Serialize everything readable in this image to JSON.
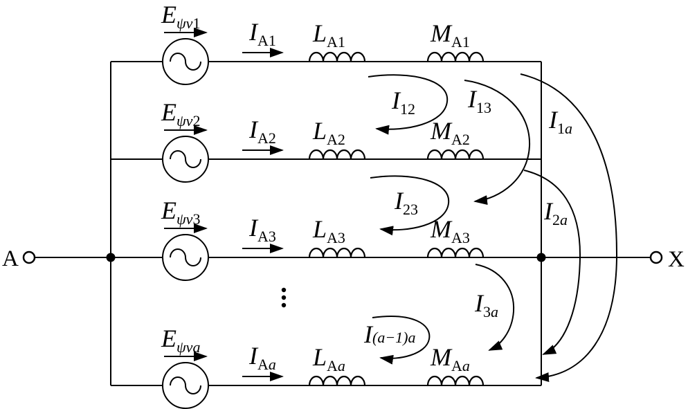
{
  "colors": {
    "ink": "#000000",
    "background": "#ffffff"
  },
  "terminals": {
    "left": "A",
    "right": "X"
  },
  "branches": [
    {
      "emf": {
        "m": "E",
        "sGreek": "ψv",
        "sIdx": "1",
        "sIdxIt": ""
      },
      "cur": {
        "m": "I",
        "s": "A1",
        "sIt": ""
      },
      "self": {
        "m": "L",
        "s": "A1",
        "sIt": ""
      },
      "mut": {
        "m": "M",
        "s": "A1",
        "sIt": ""
      }
    },
    {
      "emf": {
        "m": "E",
        "sGreek": "ψv",
        "sIdx": "2",
        "sIdxIt": ""
      },
      "cur": {
        "m": "I",
        "s": "A2",
        "sIt": ""
      },
      "self": {
        "m": "L",
        "s": "A2",
        "sIt": ""
      },
      "mut": {
        "m": "M",
        "s": "A2",
        "sIt": ""
      }
    },
    {
      "emf": {
        "m": "E",
        "sGreek": "ψv",
        "sIdx": "3",
        "sIdxIt": ""
      },
      "cur": {
        "m": "I",
        "s": "A3",
        "sIt": ""
      },
      "self": {
        "m": "L",
        "s": "A3",
        "sIt": ""
      },
      "mut": {
        "m": "M",
        "s": "A3",
        "sIt": ""
      }
    },
    {
      "emf": {
        "m": "E",
        "sGreek": "ψv",
        "sIdx": "",
        "sIdxIt": "a"
      },
      "cur": {
        "m": "I",
        "s": "A",
        "sIt": "a"
      },
      "self": {
        "m": "L",
        "s": "A",
        "sIt": "a"
      },
      "mut": {
        "m": "M",
        "s": "A",
        "sIt": "a"
      }
    }
  ],
  "circulating": {
    "i12": {
      "m": "I",
      "s": "12",
      "sIt": ""
    },
    "i13": {
      "m": "I",
      "s": "13",
      "sIt": ""
    },
    "i23": {
      "m": "I",
      "s": "23",
      "sIt": ""
    },
    "i1a": {
      "m": "I",
      "s": "1",
      "sIt": "a"
    },
    "i2a": {
      "m": "I",
      "s": "2",
      "sIt": "a"
    },
    "i3a": {
      "m": "I",
      "s": "3",
      "sIt": "a"
    },
    "iam1a": {
      "m": "I",
      "s": "",
      "sIt": "(a−1)a"
    }
  },
  "continuation_symbol": "⋮"
}
